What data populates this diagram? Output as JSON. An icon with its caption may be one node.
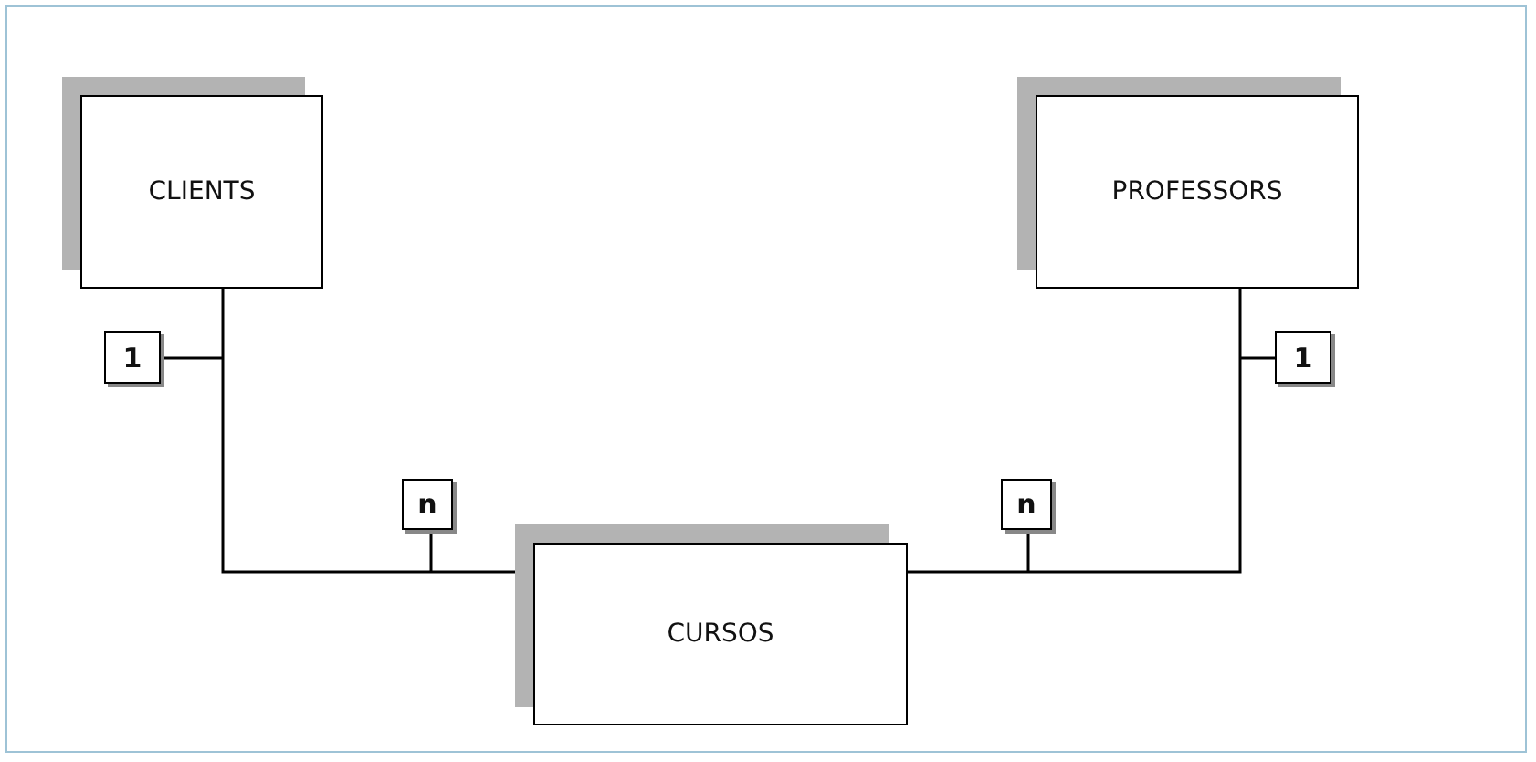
{
  "diagram": {
    "nodes": [
      {
        "text": [
          "CLIENTS"
        ]
      },
      {
        "text": [
          "PROFESSORS"
        ]
      },
      {
        "text": [
          "CURSOS"
        ]
      },
      {
        "text": [
          "1"
        ]
      },
      {
        "text": [
          "n"
        ]
      },
      {
        "text": [
          "n"
        ]
      },
      {
        "text": [
          "1"
        ]
      }
    ],
    "edges": [
      {
        "from": 0,
        "to": 2,
        "arrow": "none"
      },
      {
        "from": 1,
        "to": 2,
        "arrow": "none"
      },
      {
        "from": 3,
        "to": null,
        "arrow": "none"
      },
      {
        "from": 4,
        "to": null,
        "arrow": "none"
      },
      {
        "from": 5,
        "to": null,
        "arrow": "none"
      },
      {
        "from": 6,
        "to": null,
        "arrow": "none"
      }
    ]
  }
}
